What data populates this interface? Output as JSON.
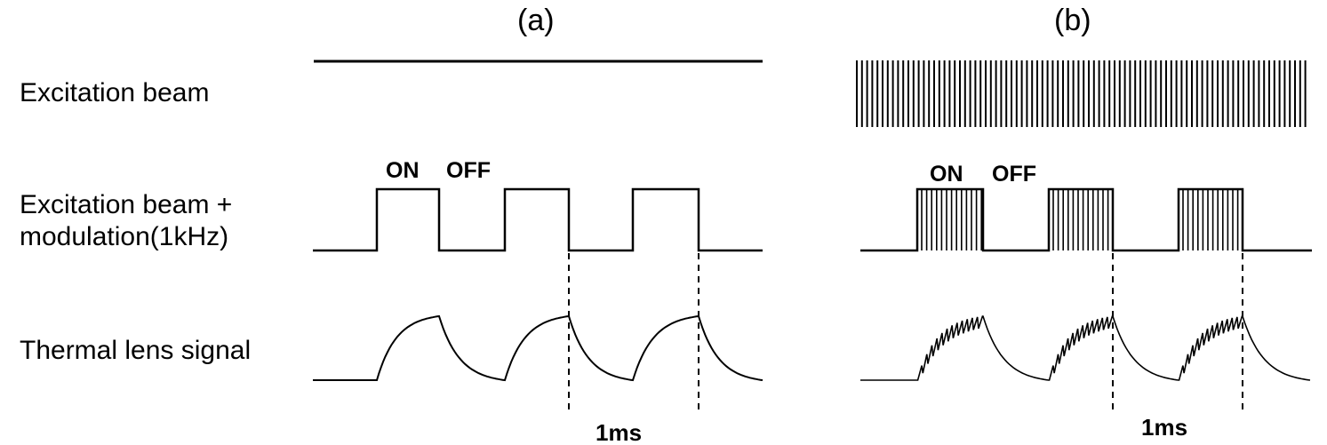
{
  "panels": [
    {
      "id": "a",
      "label": "(a)",
      "on_label": "ON",
      "off_label": "OFF",
      "period_label": "1ms"
    },
    {
      "id": "b",
      "label": "(b)",
      "on_label": "ON",
      "off_label": "OFF",
      "period_label": "1ms"
    }
  ],
  "rows": {
    "excitation": "Excitation beam",
    "modulated_line1": "Excitation beam +",
    "modulated_line2": "modulation(1kHz)",
    "thermal": "Thermal lens signal"
  }
}
